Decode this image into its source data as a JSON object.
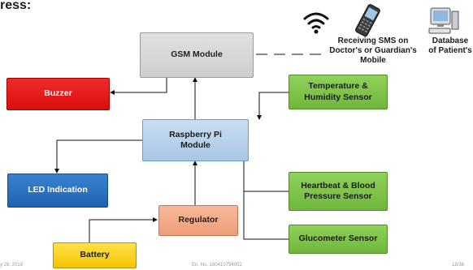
{
  "title_fragment": "ress:",
  "blocks": {
    "gsm": "GSM Module",
    "buzzer": "Buzzer",
    "temperature": "Temperature & Humidity Sensor",
    "raspberry": "Raspberry Pi Module",
    "led": "LED Indication",
    "heartbeat": "Heartbeat & Blood Pressure Sensor",
    "regulator": "Regulator",
    "glucometer": "Glucometer Sensor",
    "battery": "Battery"
  },
  "labels": {
    "sms": "Receiving SMS on Doctor's or Guardian's Mobile",
    "database": "Database of Patient's"
  },
  "icons": [
    "wifi-icon",
    "mobile-phone-icon",
    "computer-icon"
  ],
  "footer": {
    "date": "y 28, 2018",
    "enrollment": "En. No. 160410754002",
    "page": "18/36"
  },
  "colors": {
    "gsm": "#d6d6d6",
    "buzzer": "#e81818",
    "sensor_green": "#7fc34a",
    "raspberry": "#b9d3ee",
    "led": "#2a72c2",
    "regulator": "#f3aa88",
    "battery": "#f8d21c"
  }
}
